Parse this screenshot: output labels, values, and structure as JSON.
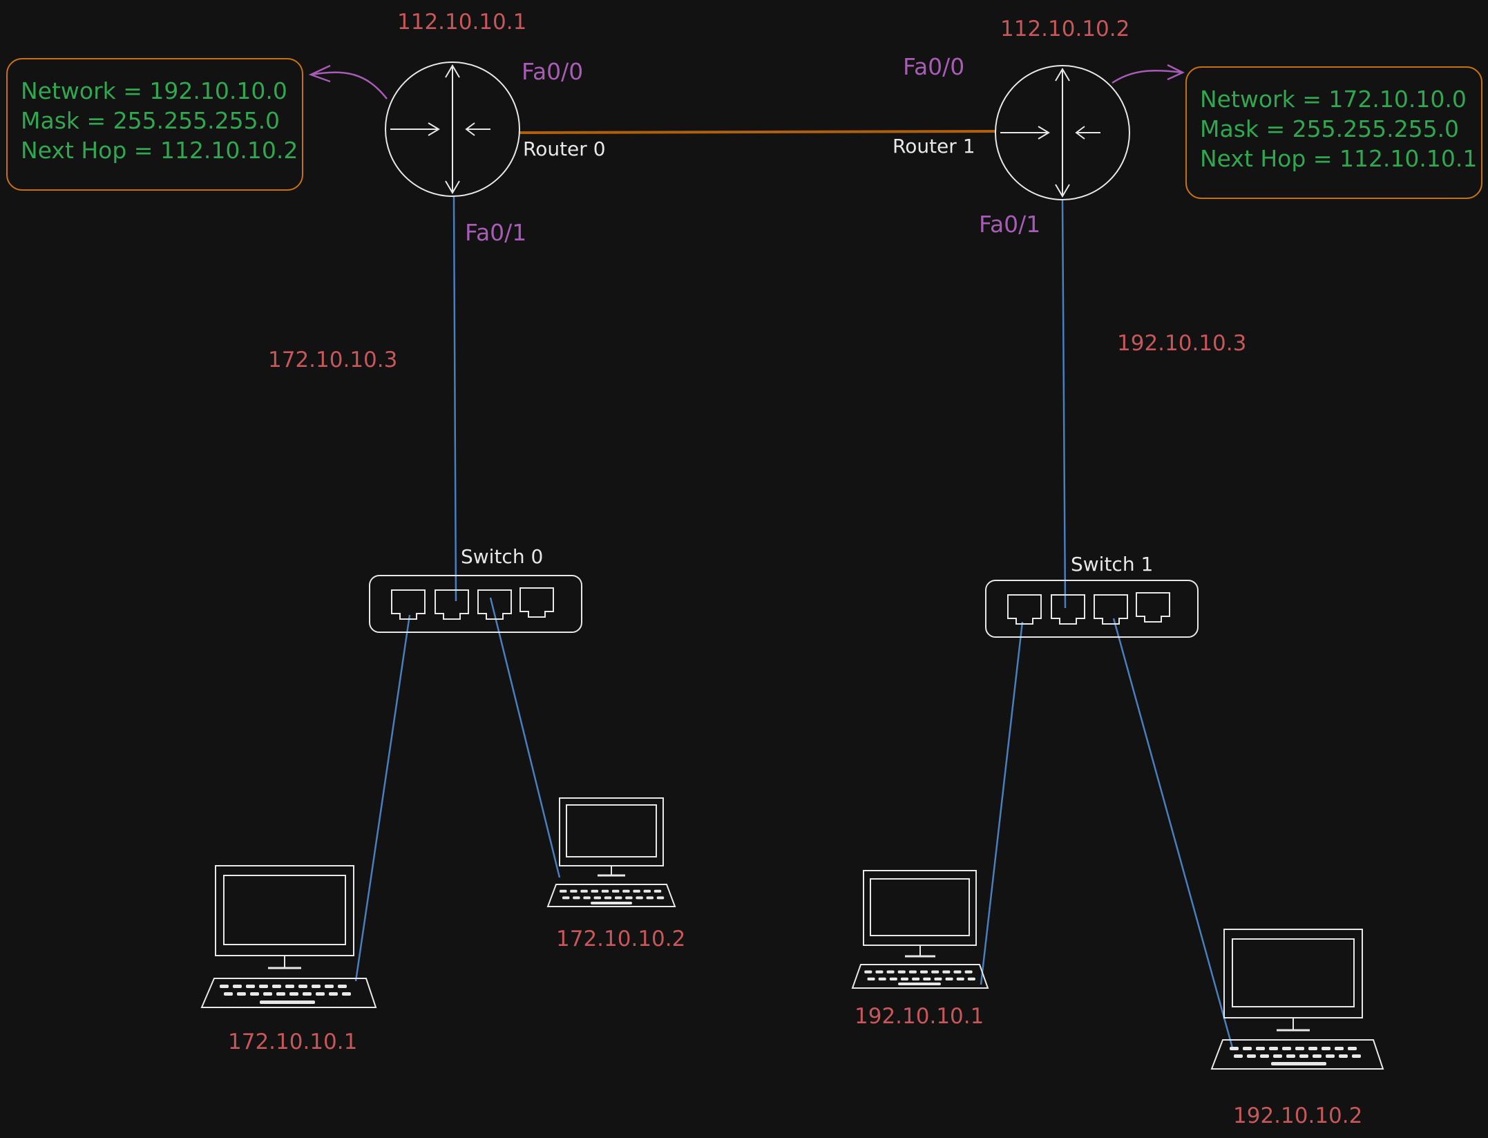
{
  "colors": {
    "background": "#121212",
    "ip_text": "#c8575a",
    "interface_text": "#a85cb5",
    "route_text": "#2fa84f",
    "route_box_border": "#c8720f",
    "wan_link": "#b0600c",
    "lan_link": "#4a7fbf",
    "device_outline": "#e8e8e8"
  },
  "router0": {
    "name": "Router 0",
    "wan_ip": "112.10.10.1",
    "lan_ip": "172.10.10.3",
    "port_wan": "Fa0/0",
    "port_lan": "Fa0/1",
    "route": {
      "network": "Network = 192.10.10.0",
      "mask": "Mask = 255.255.255.0",
      "next_hop": "Next Hop = 112.10.10.2"
    }
  },
  "router1": {
    "name": "Router 1",
    "wan_ip": "112.10.10.2",
    "lan_ip": "192.10.10.3",
    "port_wan": "Fa0/0",
    "port_lan": "Fa0/1",
    "route": {
      "network": "Network = 172.10.10.0",
      "mask": "Mask = 255.255.255.0",
      "next_hop": "Next Hop = 112.10.10.1"
    }
  },
  "switch0": {
    "name": "Switch 0"
  },
  "switch1": {
    "name": "Switch 1"
  },
  "hosts": {
    "h1": "172.10.10.1",
    "h2": "172.10.10.2",
    "h3": "192.10.10.1",
    "h4": "192.10.10.2"
  }
}
